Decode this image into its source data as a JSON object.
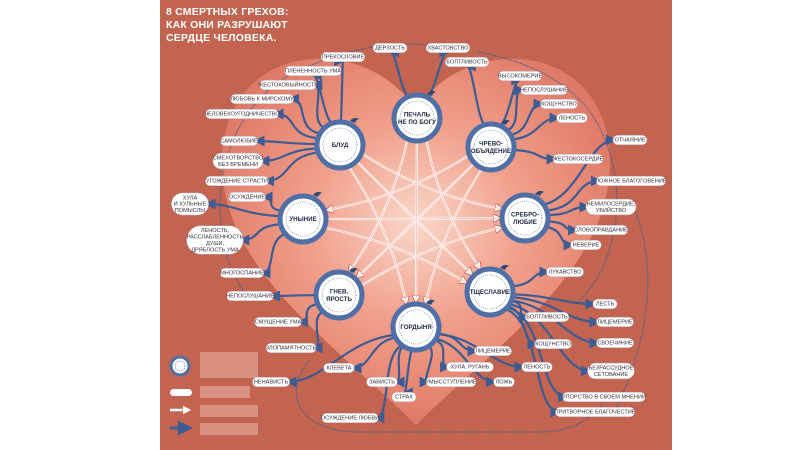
{
  "title": [
    "8 СМЕРТНЫХ ГРЕХОВ:",
    "КАК ОНИ РАЗРУШАЮТ",
    "СЕРДЦЕ ЧЕЛОВЕКА."
  ],
  "colors": {
    "background": "#c2644f",
    "heart": "#ec8d79",
    "heart_core": "#f6c7b6",
    "ring": "#4f6fa6",
    "arrow_blue": "#3d5c93",
    "arrow_light": "#fbeee6",
    "label_bg": "#ffffff",
    "label_border": "#b9a3ad"
  },
  "sins": [
    {
      "id": "pechal",
      "lines": [
        "ПЕЧАЛЬ",
        "НЕ ПО БОГУ"
      ]
    },
    {
      "id": "chrevo",
      "lines": [
        "ЧРЕВО-",
        "ОБЪЯДЕНИЕ"
      ]
    },
    {
      "id": "srebro",
      "lines": [
        "СРЕБРО-",
        "ЛЮБИЕ"
      ]
    },
    {
      "id": "tsheslavie",
      "lines": [
        "ТЩЕСЛАВИЕ"
      ]
    },
    {
      "id": "gordynya",
      "lines": [
        "ГОРДЫНЯ"
      ]
    },
    {
      "id": "gnev",
      "lines": [
        "ГНЕВ,",
        "ЯРОСТЬ"
      ]
    },
    {
      "id": "unynie",
      "lines": [
        "УНЫНИЕ"
      ]
    },
    {
      "id": "blud",
      "lines": [
        "БЛУД"
      ]
    }
  ],
  "labels": [
    {
      "id": "derzost",
      "lines": [
        "ДЕРЗОСТЬ"
      ]
    },
    {
      "id": "hvastovstvo",
      "lines": [
        "ХВАСТОВСТВО"
      ]
    },
    {
      "id": "prekoslovie",
      "lines": [
        "ПРЕКОСЛОВИЕ"
      ]
    },
    {
      "id": "boltlivost1",
      "lines": [
        "БОЛТЛИВОСТЬ"
      ]
    },
    {
      "id": "plenennost",
      "lines": [
        "ПЛЕНЕННОСТЬ УМА"
      ]
    },
    {
      "id": "vysokomerie",
      "lines": [
        "ВЫСОКОМЕРИЕ"
      ]
    },
    {
      "id": "zhestokovyinost",
      "lines": [
        "ЖЕСТОКОВЫЙНОСТЬ"
      ]
    },
    {
      "id": "neposlushanie1",
      "lines": [
        "НЕПОСЛУШАНИЕ"
      ]
    },
    {
      "id": "lyubov",
      "lines": [
        "ЛЮБОВЬ К МИРСКОМУ"
      ]
    },
    {
      "id": "koshchunstvo1",
      "lines": [
        "КОЩУНСТВО"
      ]
    },
    {
      "id": "chelovekougodnichestvo",
      "lines": [
        "ЧЕЛОВЕКОУГОДНИЧЕСТВО"
      ]
    },
    {
      "id": "lenost1",
      "lines": [
        "ЛЕНОСТЬ"
      ]
    },
    {
      "id": "samolyubie",
      "lines": [
        "САМОЛЮБИЕ"
      ]
    },
    {
      "id": "otchayanie",
      "lines": [
        "ОТЧАЯНИЕ"
      ]
    },
    {
      "id": "smehotvorstvo",
      "lines": [
        "СМЕХОТВОРСТВО",
        "БЕЗ ВРЕМЕНИ"
      ]
    },
    {
      "id": "zhestokoserdie",
      "lines": [
        "ЖЕСТОКОСЕРДИЕ"
      ]
    },
    {
      "id": "ugozhdenie",
      "lines": [
        "УГОЖДЕНИЕ СТРАСТИ"
      ]
    },
    {
      "id": "lozhnoe",
      "lines": [
        "ЛОЖНОЕ БЛАГОГОВЕНИЕ"
      ]
    },
    {
      "id": "osuzhdenie",
      "lines": [
        "ОСУЖДЕНИЕ"
      ]
    },
    {
      "id": "hula",
      "lines": [
        "ХУЛА",
        "И ХУЛЬНЫЕ",
        "ПОМЫСЛЫ"
      ]
    },
    {
      "id": "nemiloserdie",
      "lines": [
        "НЕМИЛОСЕРДИЕ,",
        "УБИЙСТВО"
      ]
    },
    {
      "id": "slovopravdanie",
      "lines": [
        "СЛОВОПРАВДАНИЕ"
      ]
    },
    {
      "id": "lenost2",
      "lines": [
        "ЛЕНОСТЬ,",
        "РАССЛАБЛЕННОСТЬ",
        "ДУШИ,",
        "ДРЯБЛОСТЬ УМА"
      ]
    },
    {
      "id": "neverie",
      "lines": [
        "НЕВЕРИЕ"
      ]
    },
    {
      "id": "mnogospanie",
      "lines": [
        "МНОГОСПАНИЕ"
      ]
    },
    {
      "id": "lukavstvo",
      "lines": [
        "ЛУКАВСТВО"
      ]
    },
    {
      "id": "neposlushanie2",
      "lines": [
        "НЕПОСЛУШАНИЕ"
      ]
    },
    {
      "id": "lest",
      "lines": [
        "ЛЕСТЬ"
      ]
    },
    {
      "id": "smushchenie",
      "lines": [
        "СМУЩЕНИЕ УМА"
      ]
    },
    {
      "id": "boltlivost2",
      "lines": [
        "БОЛТЛИВОСТЬ"
      ]
    },
    {
      "id": "licemerie1",
      "lines": [
        "ЛИЦЕМЕРИЕ"
      ]
    },
    {
      "id": "koshchunstvo2",
      "lines": [
        "КОЩУНСТВО"
      ]
    },
    {
      "id": "svoechinie",
      "lines": [
        "СВОЕЧИНИЕ"
      ]
    },
    {
      "id": "zlopamyatnost",
      "lines": [
        "ЗЛОПАМЯТНОСТЬ"
      ]
    },
    {
      "id": "licemerie2",
      "lines": [
        "ЛИЦЕМЕРИЕ"
      ]
    },
    {
      "id": "hula_rugan",
      "lines": [
        "ХУЛА, РУГАНЬ"
      ]
    },
    {
      "id": "lenost3",
      "lines": [
        "ЛЕНОСТЬ"
      ]
    },
    {
      "id": "bezrassudnoe",
      "lines": [
        "БЕЗРАССУДНОЕ",
        "СЕТОВАНИЕ"
      ]
    },
    {
      "id": "kleveta",
      "lines": [
        "КЛЕВЕТА"
      ]
    },
    {
      "id": "nenavist",
      "lines": [
        "НЕНАВИСТЬ"
      ]
    },
    {
      "id": "zavist",
      "lines": [
        "ЗАВИСТЬ"
      ]
    },
    {
      "id": "umyssustuplenie",
      "lines": [
        "УМЫССТУПЛЕНИЕ"
      ]
    },
    {
      "id": "lozh",
      "lines": [
        "ЛОЖЬ"
      ]
    },
    {
      "id": "upor",
      "lines": [
        "УПОРСТВО В СВОЕМ МНЕНИИ"
      ]
    },
    {
      "id": "strah",
      "lines": [
        "СТРАХ"
      ]
    },
    {
      "id": "osuzhdenie_lyubvi",
      "lines": [
        "ОСУЖДЕНИЕ ЛЮБВИ"
      ]
    },
    {
      "id": "pritvornoe",
      "lines": [
        "ПРИТВОРНОЕ БЛАГОЧЕСТИЕ"
      ]
    }
  ]
}
